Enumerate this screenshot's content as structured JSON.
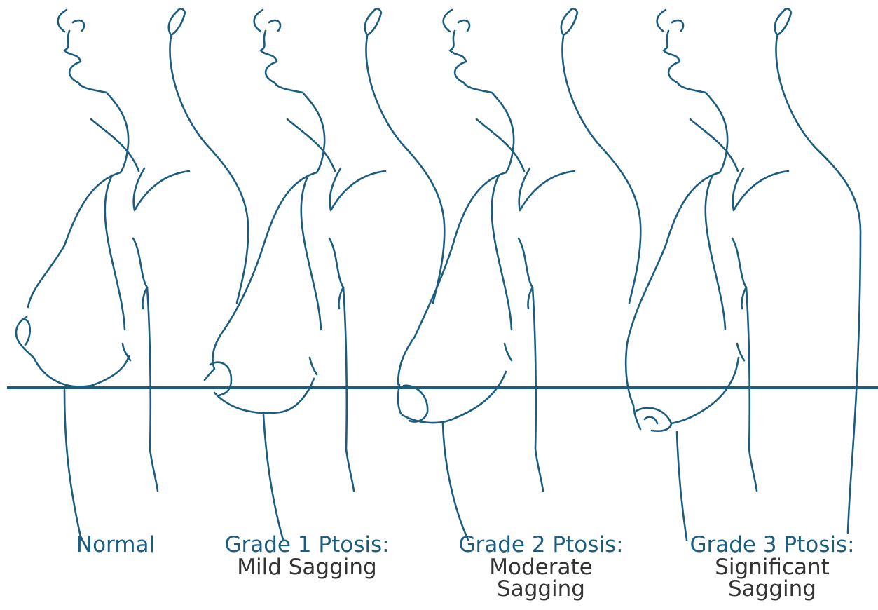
{
  "accent_color": "#1c5d7f",
  "text_color": "#333333",
  "stages": [
    {
      "grade": "Normal",
      "description": ""
    },
    {
      "grade": "Grade 1 Ptosis:",
      "description": "Mild Sagging"
    },
    {
      "grade": "Grade 2 Ptosis:",
      "description": "Moderate Sagging"
    },
    {
      "grade": "Grade 3 Ptosis:",
      "description": "Significant Sagging"
    }
  ]
}
